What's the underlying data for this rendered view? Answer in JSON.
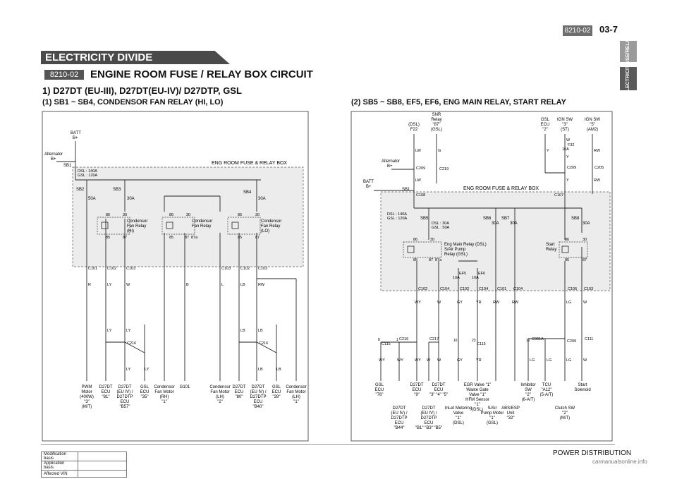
{
  "header": {
    "section_code": "8210-02",
    "page_number": "03-7",
    "tabs": [
      "FUSE/RELAY",
      "ELECTRICITY"
    ]
  },
  "chapter_banner": "ELECTRICITY DIVIDE",
  "section": {
    "code": "8210-02",
    "title": "ENGINE ROOM FUSE / RELAY BOX CIRCUIT"
  },
  "main_title": "1) D27DT (EU-III), D27DT(EU-IV)/ D27DTP, GSL",
  "left": {
    "subtitle": "(1) SB1 ~ SB4, CONDENSOR FAN RELAY (HI, LO)",
    "batt": [
      "BATT",
      "B+"
    ],
    "alternator": [
      "Alternator",
      "B+"
    ],
    "box_label": "ENG ROOM FUSE & RELAY BOX",
    "sb1": "SB1",
    "sb1_rating": [
      "DSL : 140A",
      "GSL : 120A"
    ],
    "fuses": [
      {
        "name": "SB2",
        "rating": "50A"
      },
      {
        "name": "SB3",
        "rating": "30A"
      },
      {
        "name": "SB4",
        "rating": "30A"
      }
    ],
    "relays": [
      {
        "label": [
          "Condensor",
          "Fan Relay",
          "(HI)"
        ],
        "pins": [
          "86",
          "30",
          "85",
          "87"
        ]
      },
      {
        "label": [
          "Condensor",
          "Fan Relay"
        ],
        "pins": [
          "86",
          "30",
          "85",
          "87",
          "87a"
        ]
      },
      {
        "label": [
          "Condensor",
          "Fan Relay",
          "(LO)"
        ],
        "pins": [
          "86",
          "30",
          "85",
          "87"
        ]
      }
    ],
    "connectors": [
      "C101",
      "C102",
      "C103",
      "C103",
      "C102",
      "C103"
    ],
    "wires": [
      "R",
      "LY",
      "W",
      "B",
      "L",
      "LB",
      "RW",
      "LY",
      "LY",
      "LB",
      "LB",
      "LY",
      "LY",
      "LB",
      "LB"
    ],
    "splices": [
      "C216",
      "C216"
    ],
    "components": [
      [
        "PWM",
        "Motor",
        "(400W)",
        "\"3\"",
        "(M/T)"
      ],
      [
        "D27DT",
        "ECU",
        "\"81\""
      ],
      [
        "D27DT",
        "(EU IV) /",
        "D27DTP",
        "ECU",
        "\"B57\""
      ],
      [
        "GSL",
        "ECU",
        "\"35\""
      ],
      [
        "Condensor",
        "Fan Motor",
        "(RH)",
        "\"1\""
      ],
      [
        "G101"
      ],
      [
        "Condensor",
        "Fan Motor",
        "(LH)",
        "\"2\""
      ],
      [
        "D27DT",
        "ECU",
        "\"80\""
      ],
      [
        "D27DT",
        "(EU IV) /",
        "D27DTP",
        "ECU",
        "\"B40\""
      ],
      [
        "GSL",
        "ECU",
        "\"39\""
      ],
      [
        "Condensor",
        "Fan Motor",
        "(LH)",
        "\"1\""
      ]
    ]
  },
  "right": {
    "subtitle": "(2) SB5 ~ SB8, EF5, EF6, ENG MAIN RELAY, START RELAY",
    "batt": [
      "BATT",
      "B+"
    ],
    "alternator": [
      "Alternator",
      "B+"
    ],
    "box_label": "ENG ROOM FUSE & RELAY BOX",
    "sb1": "SB1",
    "sb1_rating": [
      "DSL : 140A",
      "GSL : 120A"
    ],
    "top_sources": [
      [
        "(DSL)",
        "F22"
      ],
      [
        "SNR",
        "Relay",
        "\"87\"",
        "(GSL)"
      ],
      [
        "GSL",
        "ECU",
        "\"2\""
      ],
      [
        "IGN SW",
        "\"3\"",
        "(ST)"
      ],
      [
        "IGN SW",
        "\"5\"",
        "(AM2)"
      ]
    ],
    "f32": [
      "F32",
      "10A"
    ],
    "top_connectors": [
      "C209",
      "C219",
      "C108",
      "C209",
      "C205",
      "C107"
    ],
    "top_wires": [
      "LW",
      "G",
      "LW",
      "Y",
      "W",
      "Y",
      "RW",
      "Y",
      "RW"
    ],
    "fuses": [
      {
        "name": "SB5",
        "rating": [
          "DSL : 30A",
          "GSL : 50A"
        ]
      },
      {
        "name": "SB6",
        "rating": "30A"
      },
      {
        "name": "SB7",
        "rating": "30A"
      },
      {
        "name": "SB8",
        "rating": "30A"
      }
    ],
    "ef": [
      {
        "name": "EF5",
        "rating": "10A"
      },
      {
        "name": "EF6",
        "rating": "10A"
      }
    ],
    "relays": [
      {
        "label": [
          "Eng Main Relay (DSL)",
          "S/Air Pump",
          "Relay (GSL)"
        ],
        "pins": [
          "86",
          "30",
          "85",
          "87",
          "87a"
        ]
      },
      {
        "label": [
          "Start",
          "Relay"
        ],
        "pins": [
          "86",
          "30",
          "85",
          "87"
        ]
      }
    ],
    "connectors": [
      "C102",
      "C104",
      "C102",
      "C104",
      "C101",
      "C104",
      "C106",
      "C103"
    ],
    "wires": [
      "WY",
      "W",
      "GY",
      "YR",
      "RW",
      "RW",
      "LG",
      "W"
    ],
    "lower_connectors": [
      "C115",
      "C216",
      "C217",
      "C115",
      "C901A",
      "C209",
      "C111"
    ],
    "lower_wires": [
      "WY",
      "WY",
      "WY",
      "W",
      "W",
      "GY",
      "YR",
      "LG",
      "LG",
      "LG",
      "W"
    ],
    "pin_numbers": [
      "8",
      "1",
      "16",
      "23",
      "12"
    ],
    "components": [
      [
        "GSL",
        "ECU",
        "\"76\""
      ],
      [
        "D27DT",
        "(EU IV) /",
        "D27DTP",
        "ECU",
        "\"B44\""
      ],
      [
        "D27DT",
        "ECU",
        "\"9\""
      ],
      [
        "D27DT",
        "(EU IV) /",
        "D27DTP",
        "ECU",
        "\"B1\" \"B3\" \"B5\""
      ],
      [
        "D27DT",
        "ECU",
        "\"3\" \"4\" \"5\""
      ],
      [
        "InLet Metering",
        "Valve",
        "\"1\"",
        "(DSL)"
      ],
      [
        "EGR Valve \"1\"",
        "Waste Gate",
        "Valve \"1\"",
        "HFM Sensor",
        "\"1\"",
        "(DSL)"
      ],
      [
        "S/Air",
        "Pump Motor",
        "\"1\"",
        "(GSL)"
      ],
      [
        "ABS/ESP",
        "Unit",
        "\"32\""
      ],
      [
        "Inhibitor",
        "SW",
        "\"2\"",
        "(6-A/T)"
      ],
      [
        "TCU",
        "\"A12\"",
        "(5-A/T)"
      ],
      [
        "Clutch SW",
        "\"2\"",
        "(M/T)"
      ],
      [
        "Start",
        "Solenoid"
      ]
    ]
  },
  "footer": {
    "title": "POWER DISTRIBUTION",
    "watermark": "carmanualsonline.info",
    "info_rows": [
      "Modification basis",
      "Application basis",
      "Affected VIN"
    ]
  }
}
